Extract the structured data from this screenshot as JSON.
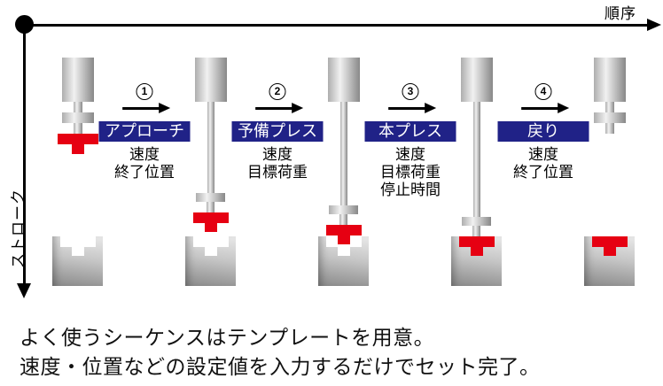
{
  "axes": {
    "x_label": "順序",
    "y_label": "ストローク"
  },
  "steps": [
    {
      "number": "1",
      "label": "アプローチ",
      "params": [
        "速度",
        "終了位置"
      ]
    },
    {
      "number": "2",
      "label": "予備プレス",
      "params": [
        "速度",
        "目標荷重"
      ]
    },
    {
      "number": "3",
      "label": "本プレス",
      "params": [
        "速度",
        "目標荷重",
        "停止時間"
      ]
    },
    {
      "number": "4",
      "label": "戻り",
      "params": [
        "速度",
        "終了位置"
      ]
    }
  ],
  "caption": [
    "よく使うシーケンスはテンプレートを用意。",
    "速度・位置などの設定値を入力するだけでセット完了。"
  ],
  "colors": {
    "step_banner_blue": "#202287",
    "workpiece_red": "#e60012",
    "axis_black": "#000000",
    "background": "#ffffff"
  }
}
